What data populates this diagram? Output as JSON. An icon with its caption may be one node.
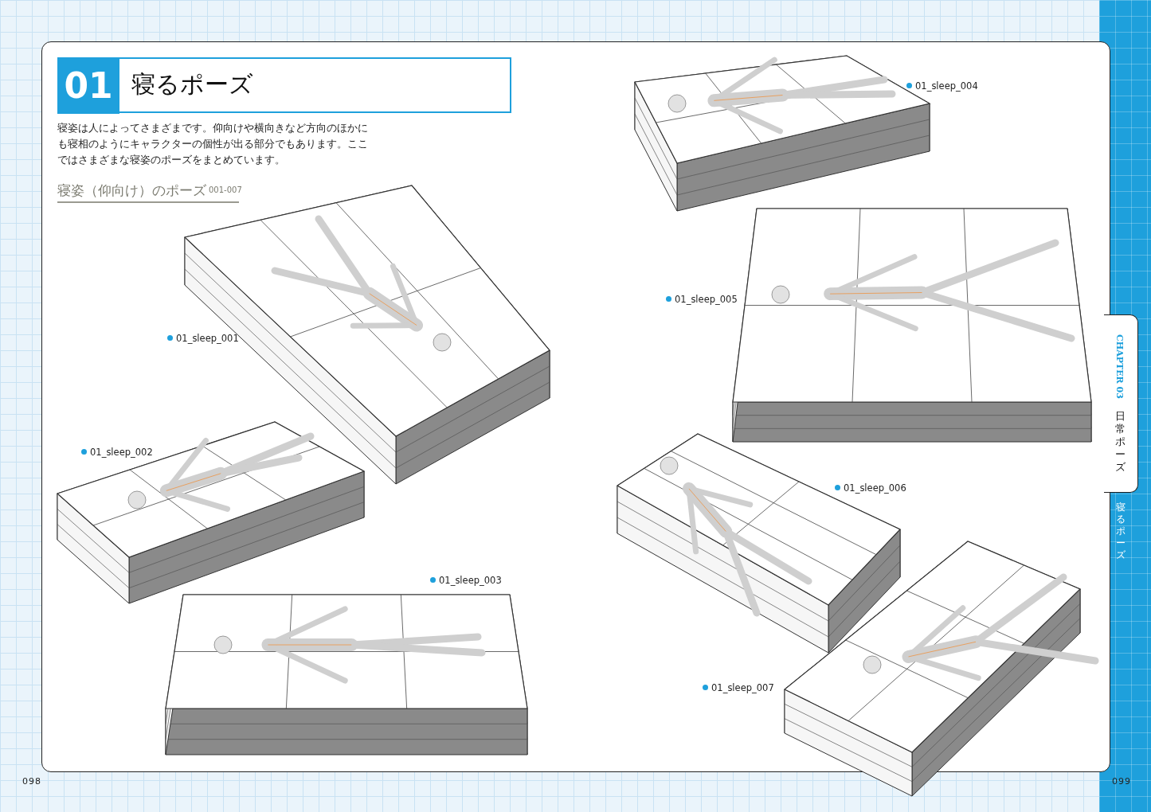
{
  "diagram": {
    "title": "寝るポーズ",
    "labels": [
      "01",
      "寝姿は人によってさまざまです。仰向けや横向きなど方向のほかにも寝相のようにキャラクターの個性が出る部分でもあります。ここではさまざまな寝姿のポーズをまとめています。",
      "寝姿（仰向け）のポーズ",
      "001-007",
      "01_sleep_001",
      "01_sleep_002",
      "01_sleep_003",
      "01_sleep_004",
      "01_sleep_005",
      "01_sleep_006",
      "01_sleep_007",
      "CHAPTER 03",
      "日常ポーズ",
      "寝るポーズ",
      "098",
      "099"
    ]
  }
}
